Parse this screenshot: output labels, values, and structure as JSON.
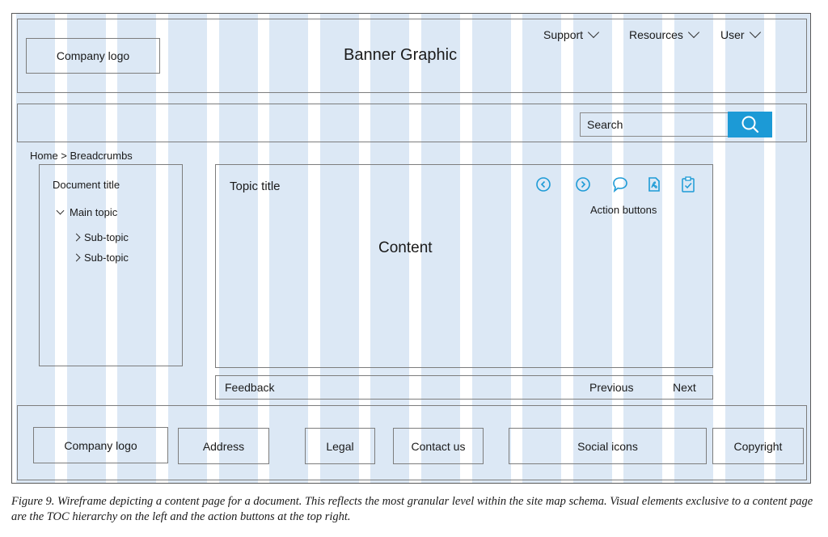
{
  "header": {
    "logo_label": "Company logo",
    "banner_label": "Banner Graphic",
    "nav": [
      {
        "label": "Support",
        "icon": "chevron-down-icon"
      },
      {
        "label": "Resources",
        "icon": "chevron-down-icon"
      },
      {
        "label": "User",
        "icon": "chevron-down-icon"
      }
    ]
  },
  "search": {
    "placeholder": "Search",
    "button_icon": "search-icon",
    "button_color": "#1c9ad6"
  },
  "breadcrumb": "Home > Breadcrumbs",
  "toc": {
    "document_title": "Document title",
    "main_topic": "Main topic",
    "sub_topics": [
      "Sub-topic",
      "Sub-topic"
    ]
  },
  "content": {
    "topic_title": "Topic title",
    "body_label": "Content",
    "action_label": "Action buttons",
    "action_icons": [
      "back-circle-icon",
      "forward-circle-icon",
      "comment-icon",
      "pdf-icon",
      "checklist-icon"
    ],
    "icon_color": "#1c9ad6"
  },
  "footer_nav": {
    "feedback": "Feedback",
    "previous": "Previous",
    "next": "Next"
  },
  "footer": {
    "logo_label": "Company logo",
    "address": "Address",
    "legal": "Legal",
    "contact": "Contact us",
    "social": "Social icons",
    "copyright": "Copyright"
  },
  "caption": "Figure 9. Wireframe depicting a content page for a document. This reflects the most granular level within the site map schema. Visual elements exclusive to a content page are the TOC hierarchy on the left and the action buttons at the top right.",
  "colors": {
    "grid_column": "#dce8f5",
    "accent": "#1c9ad6",
    "border": "#7d7d7d"
  }
}
